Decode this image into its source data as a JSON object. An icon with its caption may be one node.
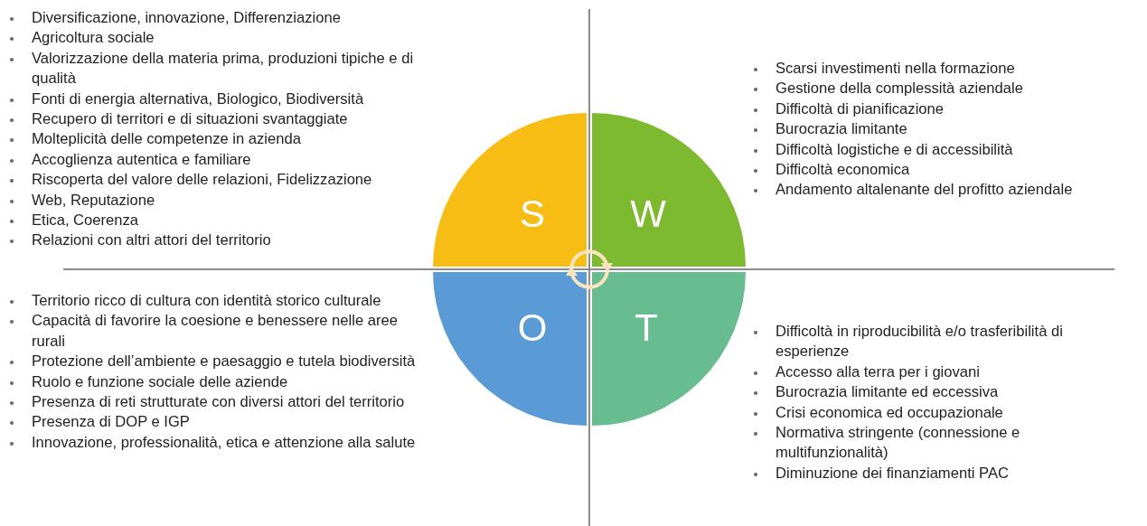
{
  "diagram": {
    "nodes": [
      {
        "text": [
          "S"
        ],
        "beside": [
          "Diversificazione, innovazione, Differenziazione",
          "Agricoltura sociale",
          "Valorizzazione della materia prima, produzioni tipiche e di qualità",
          "Fonti di energia alternativa, Biologico, Biodiversità",
          "Recupero di territori e di situazioni svantaggiate",
          "Molteplicità delle competenze in azienda",
          "Accoglienza autentica e familiare",
          "Riscoperta del valore delle relazioni, Fidelizzazione",
          "Web, Reputazione",
          "Etica, Coerenza",
          "Relazioni con altri attori del territorio"
        ]
      },
      {
        "text": [
          "W"
        ],
        "beside": [
          "Scarsi investimenti nella formazione",
          "Gestione della complessità aziendale",
          "Difficoltà di pianificazione",
          "Burocrazia limitante",
          "Difficoltà logistiche e di accessibilità",
          "Difficoltà economica",
          "Andamento altalenante del profitto aziendale"
        ]
      },
      {
        "text": [
          "O"
        ],
        "beside": [
          "Territorio ricco di cultura con identità storico culturale",
          "Capacità di favorire la coesione e benessere nelle aree rurali",
          "Protezione dell’ambiente e paesaggio e tutela biodiversità",
          "Ruolo e funzione sociale delle aziende",
          "Presenza di reti strutturate con diversi attori del territorio",
          "Presenza di DOP e IGP",
          "Innovazione, professionalità, etica e attenzione alla salute"
        ]
      },
      {
        "text": [
          "T"
        ],
        "beside": [
          "Difficoltà in riproducibilità e/o trasferibilità di esperienze",
          "Accesso alla terra per i giovani",
          "Burocrazia limitante ed eccessiva",
          "Crisi economica ed occupazionale",
          "Normativa stringente (connessione e multifunzionalità)",
          "Diminuzione dei finanziamenti PAC"
        ]
      },
      {
        "text": [],
        "shape": "picture"
      }
    ]
  }
}
